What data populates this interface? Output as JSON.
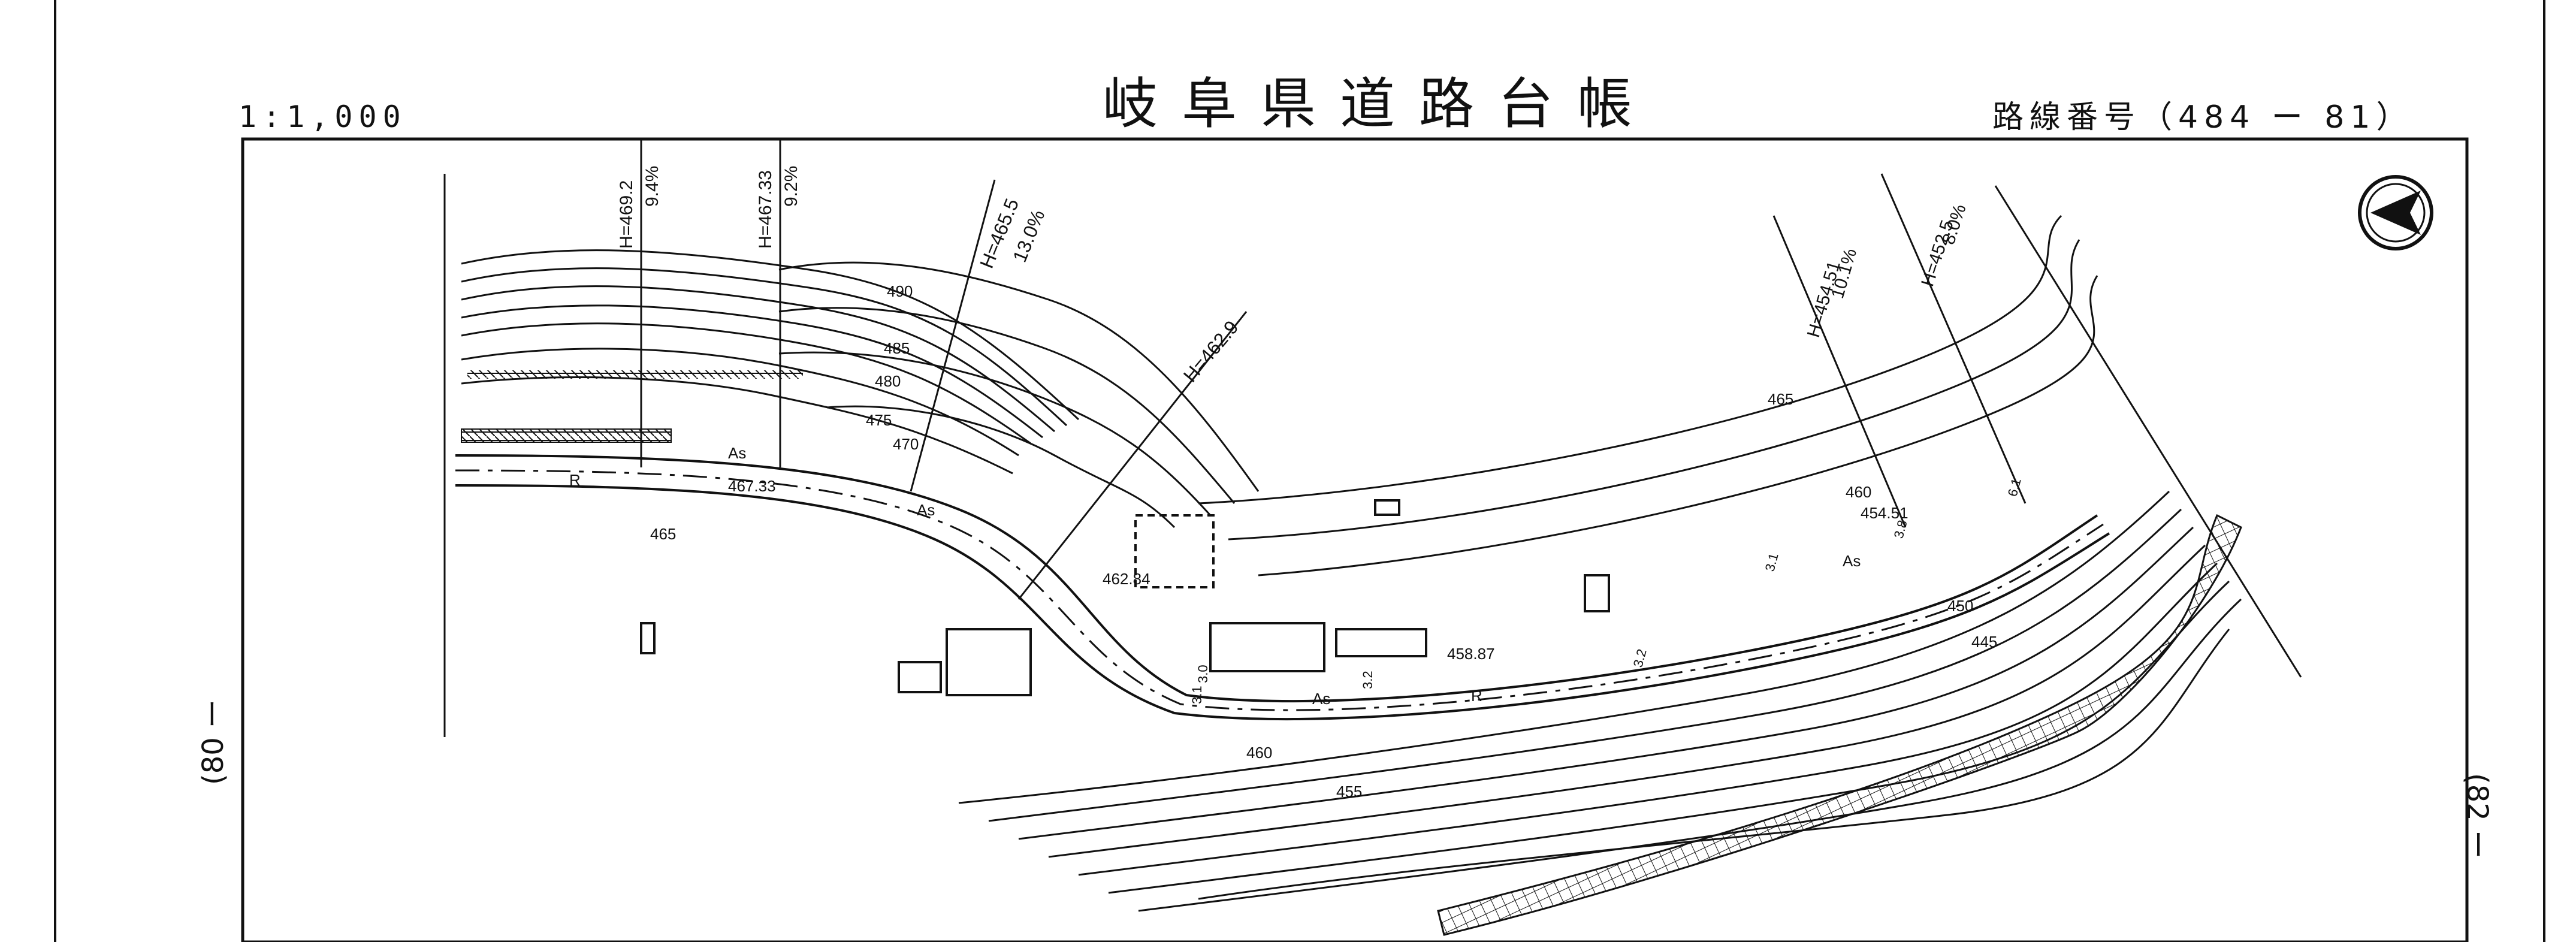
{
  "header": {
    "title": "岐阜県道路台帳",
    "scale": "1:1,000",
    "route_number": "路線番号（484 ー 81）"
  },
  "adjacent_sheets": {
    "left": "(80 ー",
    "right": "(82 ー"
  },
  "slope_markers": [
    {
      "height": "H=469.2",
      "grade": "9.4%"
    },
    {
      "height": "H=467.33",
      "grade": "9.2%"
    },
    {
      "height": "H=465.5",
      "grade": "13.0%"
    },
    {
      "height": "H=462.9",
      "grade": ""
    },
    {
      "height": "H=454.51",
      "grade": "10.1%"
    },
    {
      "height": "H=452.5",
      "grade": "8.0%"
    }
  ],
  "contour_labels": [
    "490",
    "485",
    "480",
    "475",
    "470",
    "465",
    "465",
    "460",
    "460",
    "455",
    "450",
    "445"
  ],
  "spot_heights": [
    "467.33",
    "462.84",
    "458.87",
    "454.51"
  ],
  "road_labels": {
    "surface": [
      "As",
      "As",
      "As",
      "As"
    ],
    "road_marks": [
      "R",
      "R"
    ],
    "widths": [
      "3.2",
      "3.0",
      "3.1",
      "3.2",
      "3.8",
      "6.1",
      "3.1"
    ]
  },
  "colors": {
    "ink": "#111111",
    "paper": "#ffffff"
  },
  "icons": [
    "north-arrow-icon"
  ]
}
